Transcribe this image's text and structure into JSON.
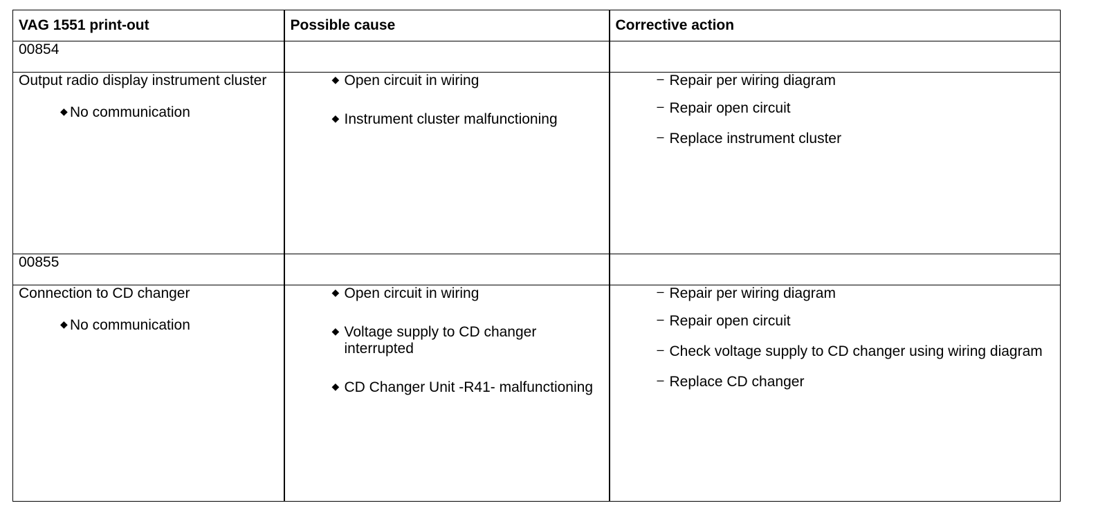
{
  "table": {
    "headers": [
      "VAG 1551 print-out",
      "Possible cause",
      "Corrective action"
    ],
    "groups": [
      {
        "code": "00854",
        "component": "Output radio display instrument cluster",
        "conditions": [
          "No communication"
        ],
        "causes": [
          "Open circuit in wiring",
          "Instrument cluster malfunctioning"
        ],
        "actions": [
          "Repair per wiring diagram",
          "Repair open circuit",
          "Replace instrument cluster"
        ]
      },
      {
        "code": "00855",
        "component": "Connection to CD changer",
        "conditions": [
          "No communication"
        ],
        "causes": [
          "Open circuit in wiring",
          "Voltage supply to CD changer interrupted",
          "CD Changer Unit -R41- malfunctioning"
        ],
        "actions": [
          "Repair per wiring diagram",
          "Repair open circuit",
          "Check voltage supply to CD changer using wiring diagram",
          "Replace CD changer"
        ]
      }
    ]
  },
  "icons": {
    "bullet": "◆",
    "dash": "–"
  }
}
